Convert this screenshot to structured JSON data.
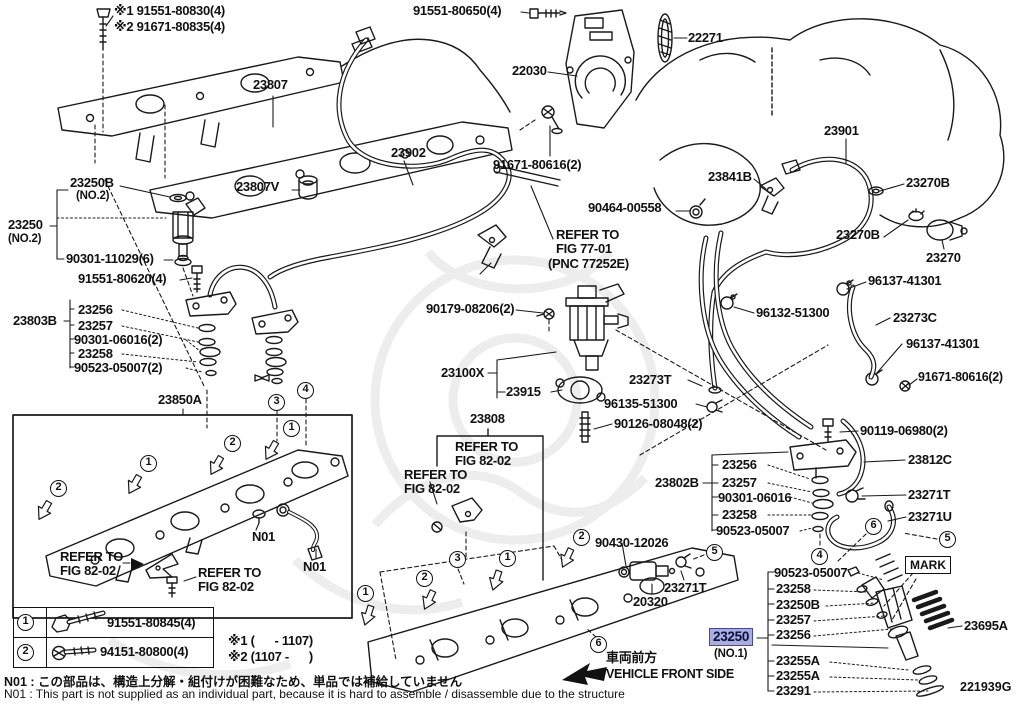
{
  "figure": {
    "code": "221939G"
  },
  "colors": {
    "highlight_bg": "#a9aede",
    "highlight_border": "#4449a0",
    "line": "#1a1a1a"
  },
  "callouts": {
    "c1": "1",
    "c2": "2",
    "c3": "3",
    "c4": "4",
    "c5": "5",
    "c6": "6"
  },
  "labels": {
    "star1_bolt": "※1 91551-80830(4)",
    "star2_bolt": "※2 91671-80835(4)",
    "b91551_80650": "91551-80650(4)",
    "p22271": "22271",
    "p22030": "22030",
    "p23807": "23807",
    "p23901": "23901",
    "p23902": "23902",
    "b91671_80616": "91671-80616(2)",
    "p23841B": "23841B",
    "p23270B": "23270B",
    "p23250B": "23250B",
    "no2": "(NO.2)",
    "p23807V": "23807V",
    "b90464_00558": "90464-00558",
    "refer_to": "REFER TO",
    "fig_77_01": "FIG 77-01",
    "pnc_77252e": "(PNC 77252E)",
    "p23270": "23270",
    "p23250": "23250",
    "no1": "(NO.1)",
    "b90301_11029": "90301-11029(6)",
    "b91551_80620": "91551-80620(4)",
    "b96137_41301": "96137-41301",
    "p23803B": "23803B",
    "p23256": "23256",
    "p23257": "23257",
    "b90301_06016_2": "90301-06016(2)",
    "p23258": "23258",
    "b90523_05007_2": "90523-05007(2)",
    "b96132_51300": "96132-51300",
    "p23273C": "23273C",
    "b90179_08206": "90179-08206(2)",
    "p23100X": "23100X",
    "p23915": "23915",
    "p23273T": "23273T",
    "b96135_51300": "96135-51300",
    "b90126_08048": "90126-08048(2)",
    "p23850A": "23850A",
    "p23808": "23808",
    "fig_82_02": "FIG 82-02",
    "b90119_06980": "90119-06980(2)",
    "p23812C": "23812C",
    "p23802B": "23802B",
    "b90301_06016": "90301-06016",
    "b90523_05007": "90523-05007",
    "p23271T": "23271T",
    "p23271U": "23271U",
    "n01": "N01",
    "b90430_12026": "90430-12026",
    "p20320": "20320",
    "p23255A": "23255A",
    "p23291": "23291",
    "mark": "MARK",
    "p23695A": "23695A"
  },
  "legend": {
    "rows": [
      {
        "num": "1",
        "part": "91551-80845(4)"
      },
      {
        "num": "2",
        "part": "94151-80800(4)"
      }
    ],
    "note1": "※1 (      - 1107)",
    "note2": "※2 (1107 -      )"
  },
  "front_marker": {
    "jp": "車両前方",
    "en": "VEHICLE FRONT SIDE"
  },
  "notes": {
    "jp": "N01 : この部品は、構造上分解・組付けが困難なため、単品では補給していません",
    "en": "N01 : This part is not supplied as an individual part, because it is hard to assemble / disassemble due to the structure"
  }
}
